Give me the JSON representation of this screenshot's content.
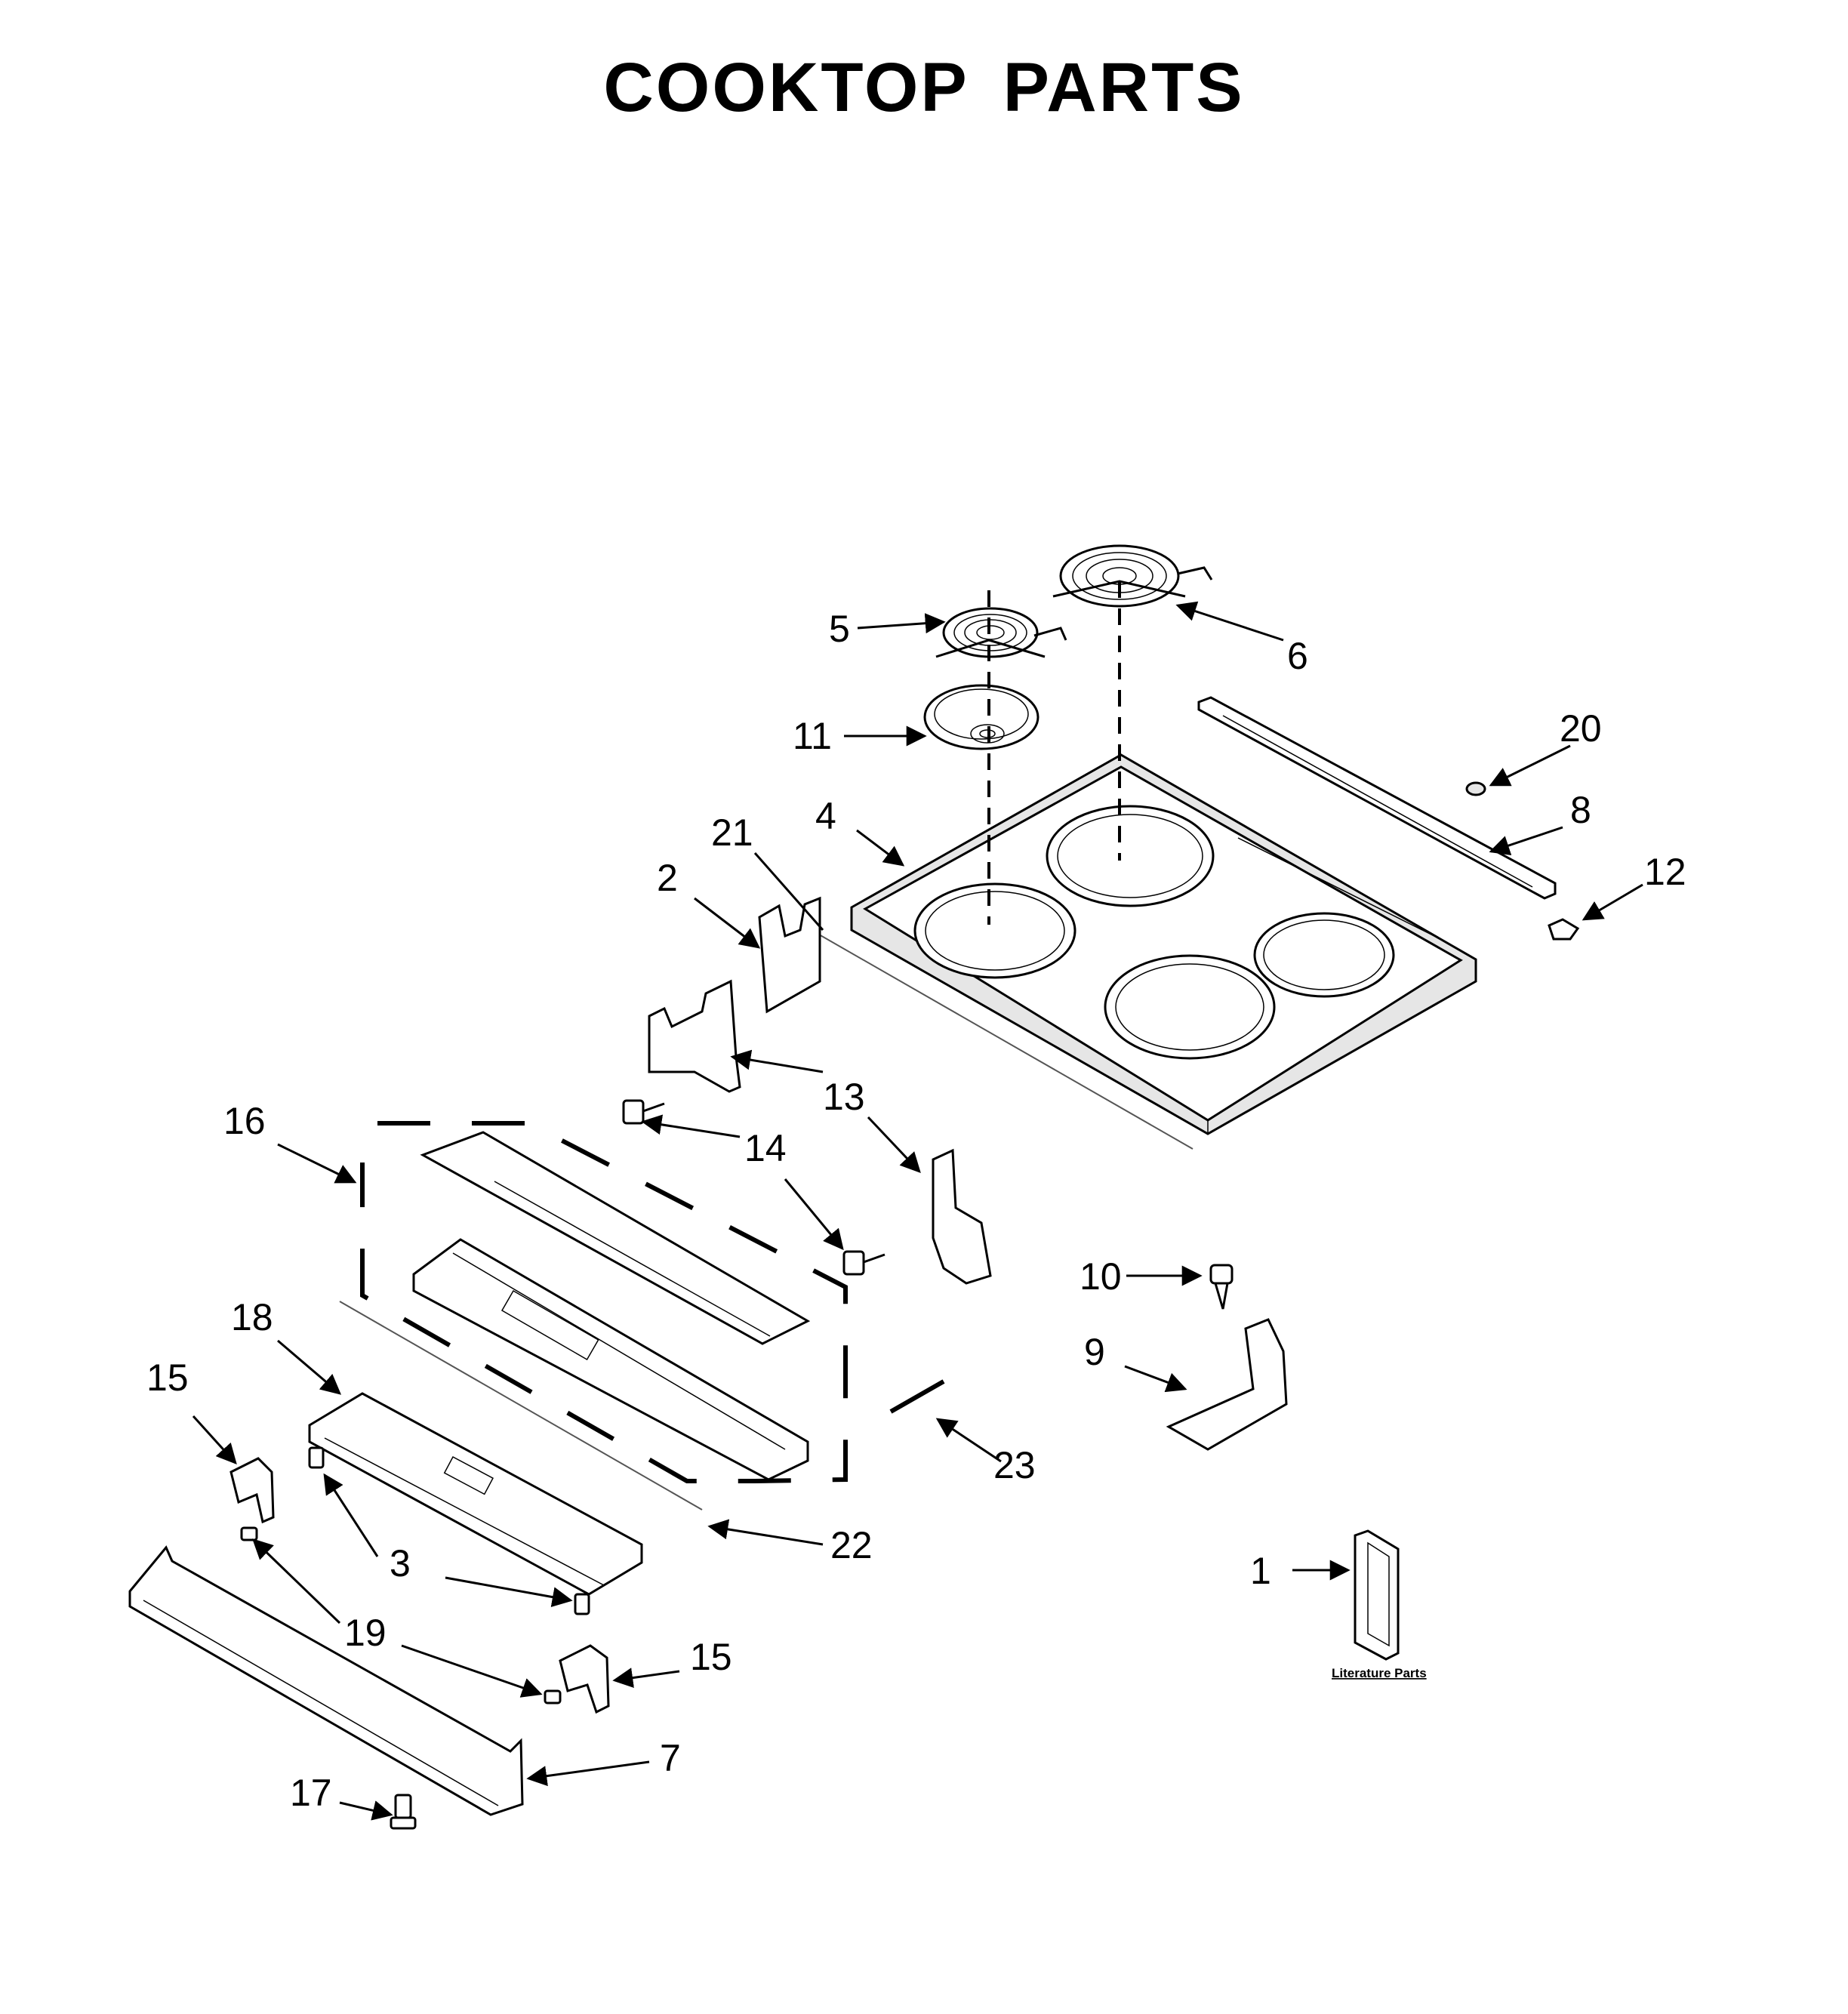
{
  "title": "COOKTOP PARTS",
  "literature_label": "Literature Parts",
  "callouts": {
    "c1": "1",
    "c2": "2",
    "c3": "3",
    "c4": "4",
    "c5": "5",
    "c6": "6",
    "c7": "7",
    "c8": "8",
    "c9": "9",
    "c10": "10",
    "c11": "11",
    "c12": "12",
    "c13": "13",
    "c14": "14",
    "c15a": "15",
    "c15b": "15",
    "c16": "16",
    "c17": "17",
    "c18": "18",
    "c19": "19",
    "c20": "20",
    "c21": "21",
    "c22": "22",
    "c23": "23"
  }
}
